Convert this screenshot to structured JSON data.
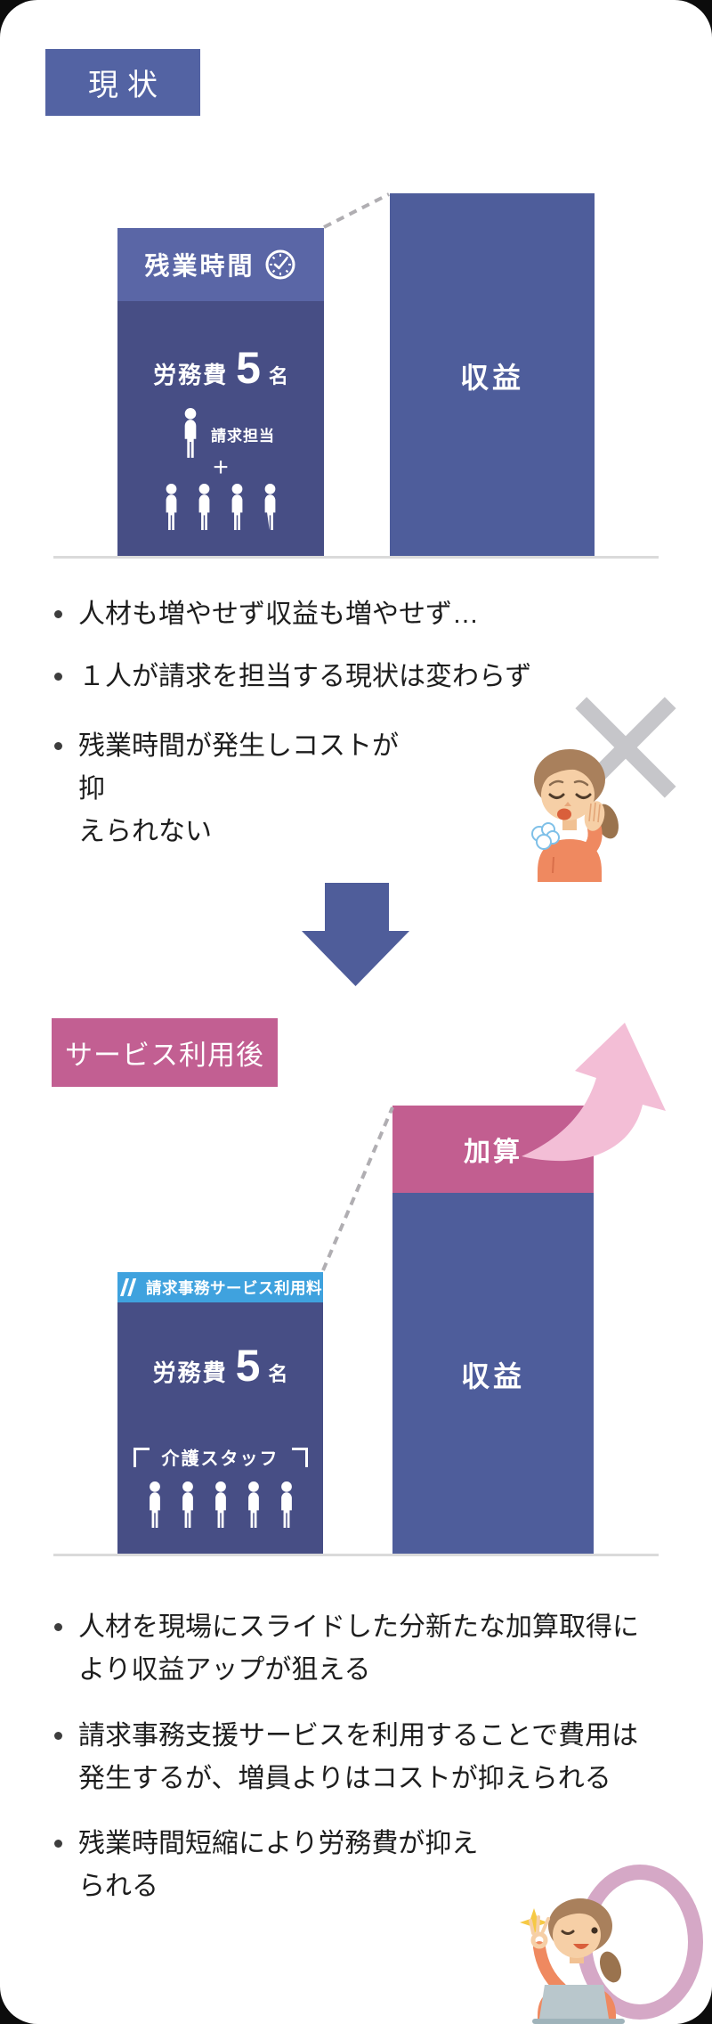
{
  "card": {
    "before": {
      "label": "現状",
      "chart": {
        "left_bar": {
          "overtime": "残業時間",
          "labor": "労務費",
          "headcount": "5",
          "headcount_unit": "名",
          "biller": "請求担当",
          "plus": "+"
        },
        "right_bar": {
          "revenue": "収益"
        }
      },
      "bullets": [
        {
          "lines": [
            "人材も増やせず収益も増やせず…"
          ]
        },
        {
          "lines": [
            "１人が請求を担当する現状は変わらず"
          ]
        },
        {
          "lines": [
            "残業時間が発生しコストが抑",
            "えられない"
          ]
        }
      ]
    },
    "after": {
      "label": "サービス利用後",
      "chart": {
        "left_bar": {
          "header": "請求事務サービス利用料",
          "labor": "労務費",
          "headcount": "5",
          "headcount_unit": "名",
          "staff": "介護スタッフ"
        },
        "right_bar": {
          "addition": "加算",
          "revenue": "収益"
        }
      },
      "bullets": [
        {
          "lines": [
            "人材を現場にスライドした分新たな加算取得に",
            "より収益アップが狙える"
          ]
        },
        {
          "lines": [
            "請求事務支援サービスを利用することで費用は",
            "発生するが、増員よりはコストが抑えられる"
          ]
        },
        {
          "lines": [
            "残業時間短縮により労務費が抑え",
            "られる"
          ]
        }
      ]
    },
    "icons": {
      "overtime": "clock-icon",
      "staff_member": "person-icon",
      "logo": "n-chevron-logo-icon",
      "negative": "x-mark-icon",
      "transition": "down-arrow-icon",
      "growth": "up-swoosh-arrow-icon",
      "positive": "ok-circle-icon"
    },
    "colors": {
      "primary_blue": "#4e5d9b",
      "bar_dark": "#474e85",
      "bar_light": "#5a66a6",
      "label_blue": "#5363a3",
      "pink": "#c25f92",
      "pink_light": "#f3bed6",
      "cyan_header": "#3fa2de",
      "baseline_gray": "#dadada",
      "text": "#1d1d1d"
    }
  }
}
